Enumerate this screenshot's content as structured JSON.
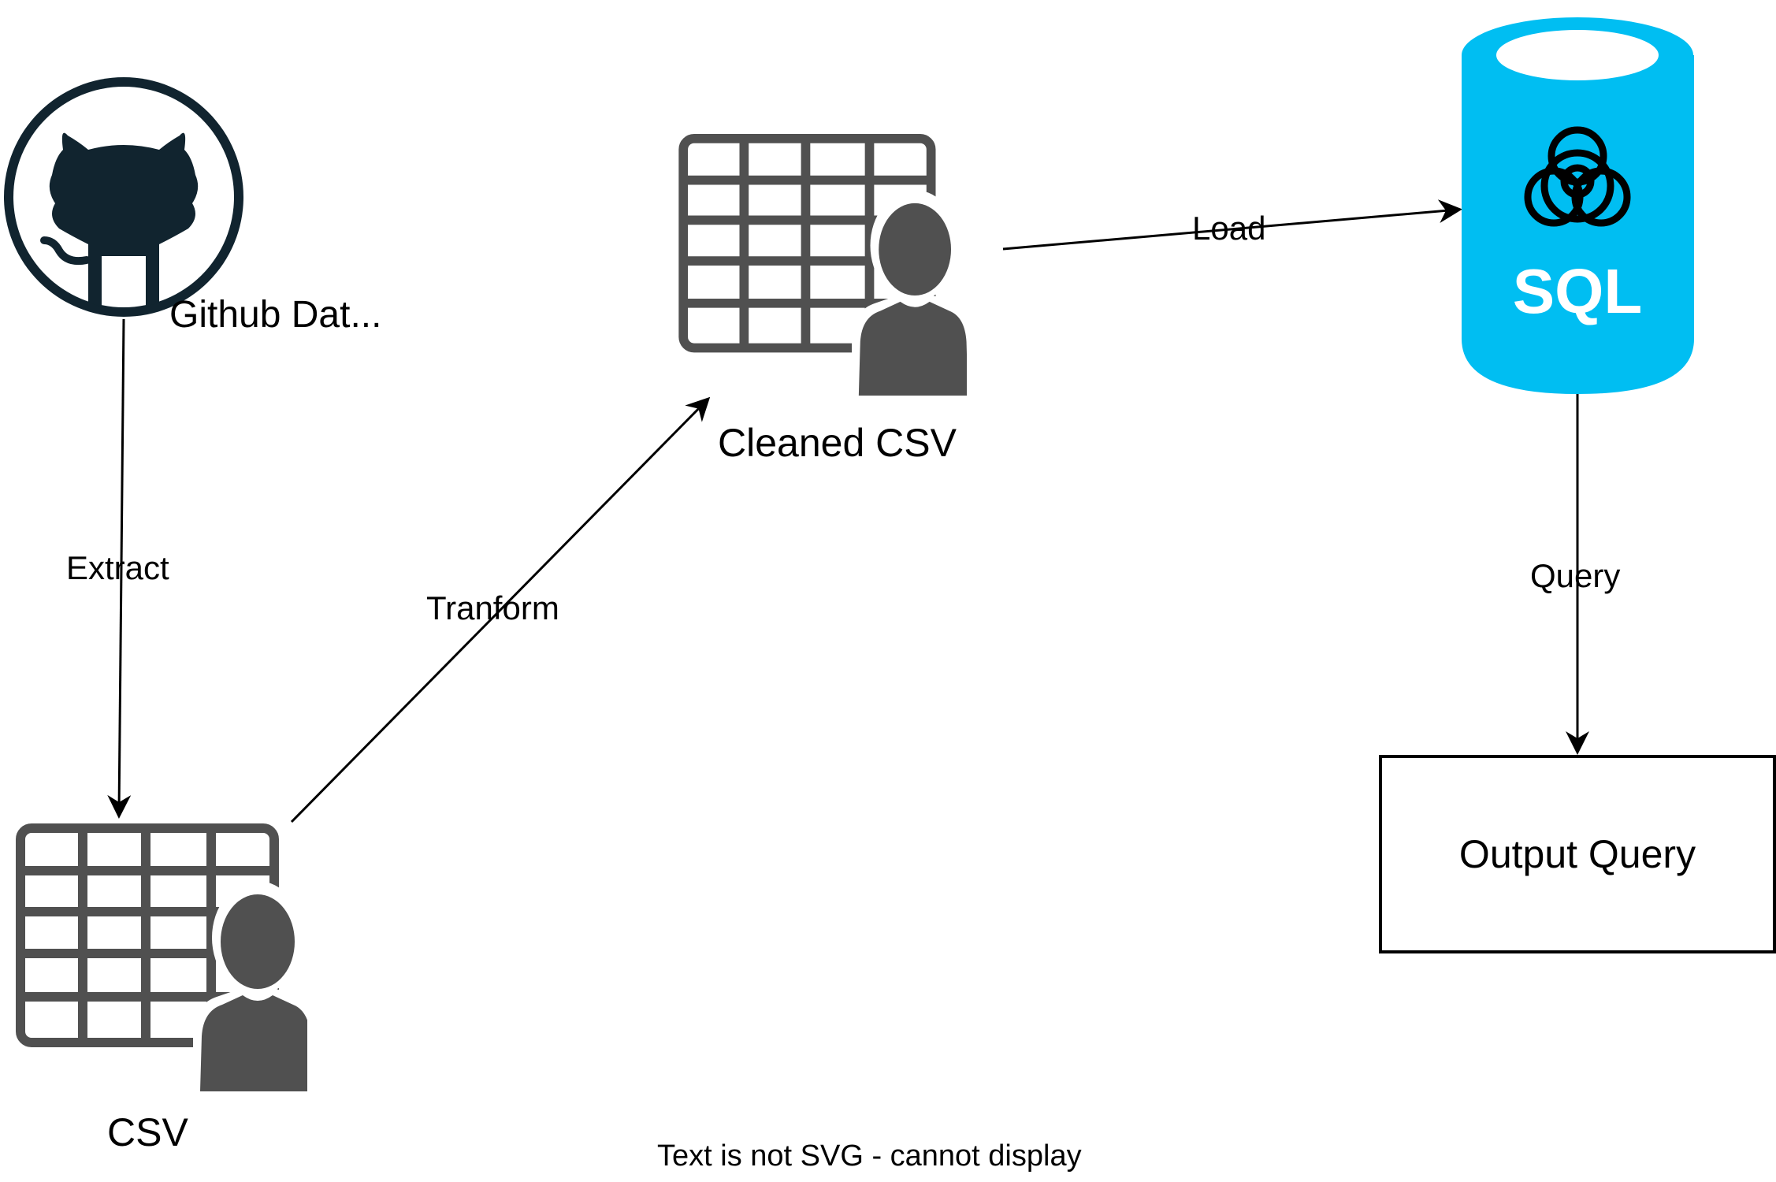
{
  "nodes": {
    "github": {
      "label": "Github Dat...",
      "icon": "github-icon"
    },
    "csv": {
      "label": "CSV",
      "icon": "table-user-icon"
    },
    "cleaned_csv": {
      "label": "Cleaned CSV",
      "icon": "table-user-icon"
    },
    "sql": {
      "label": "SQL",
      "icon": "sql-database-icon"
    },
    "output_query": {
      "label": "Output Query"
    }
  },
  "edges": {
    "extract": "Extract",
    "transform": "Tranform",
    "load": "Load",
    "query": "Query"
  },
  "footer": "Text is not SVG - cannot display",
  "colors": {
    "github_dark": "#11242F",
    "icon_gray": "#505050",
    "sql_blue": "#00BEF2"
  }
}
